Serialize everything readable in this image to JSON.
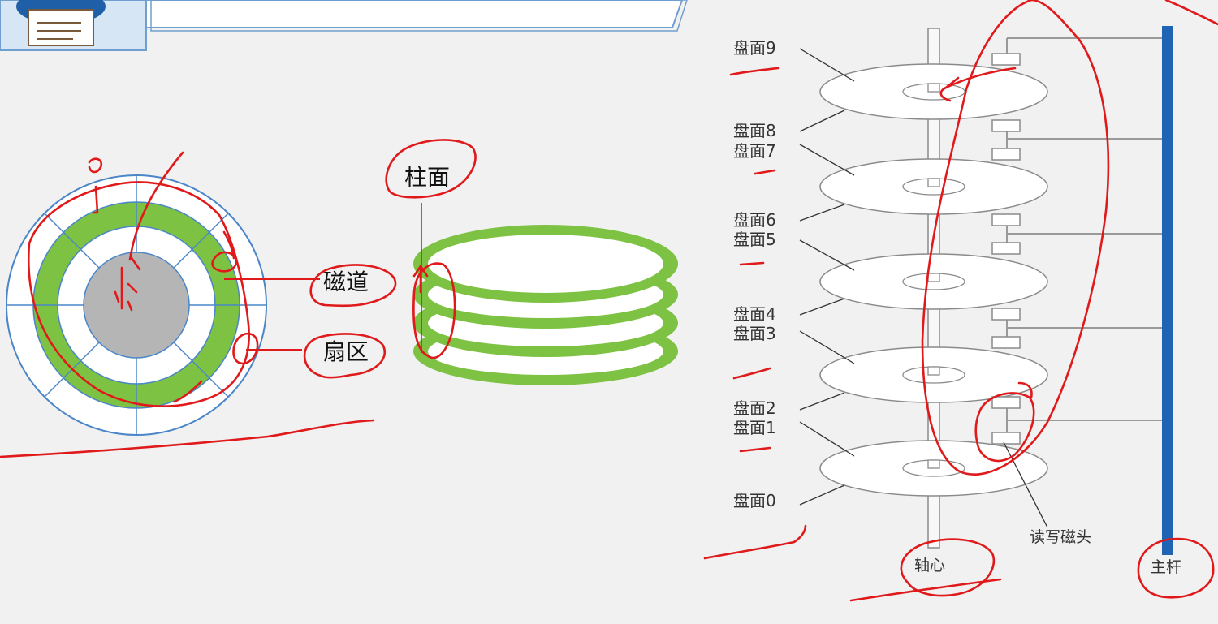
{
  "colors": {
    "track_green": "#7dc242",
    "grid_blue": "#4a86c8",
    "spindle_blue": "#1f64b4",
    "ink_red": "#e0191b",
    "hub_gray": "#b5b5b5"
  },
  "header": {
    "icon": "document-icon"
  },
  "disk_face": {
    "track_label": "磁道",
    "sector_label": "扇区"
  },
  "cylinder": {
    "label": "柱面"
  },
  "drive": {
    "surfaces": [
      "盘面9",
      "盘面8",
      "盘面7",
      "盘面6",
      "盘面5",
      "盘面4",
      "盘面3",
      "盘面2",
      "盘面1",
      "盘面0"
    ],
    "head_label": "读写磁头",
    "axis_label": "轴心",
    "arm_label": "主杆"
  }
}
